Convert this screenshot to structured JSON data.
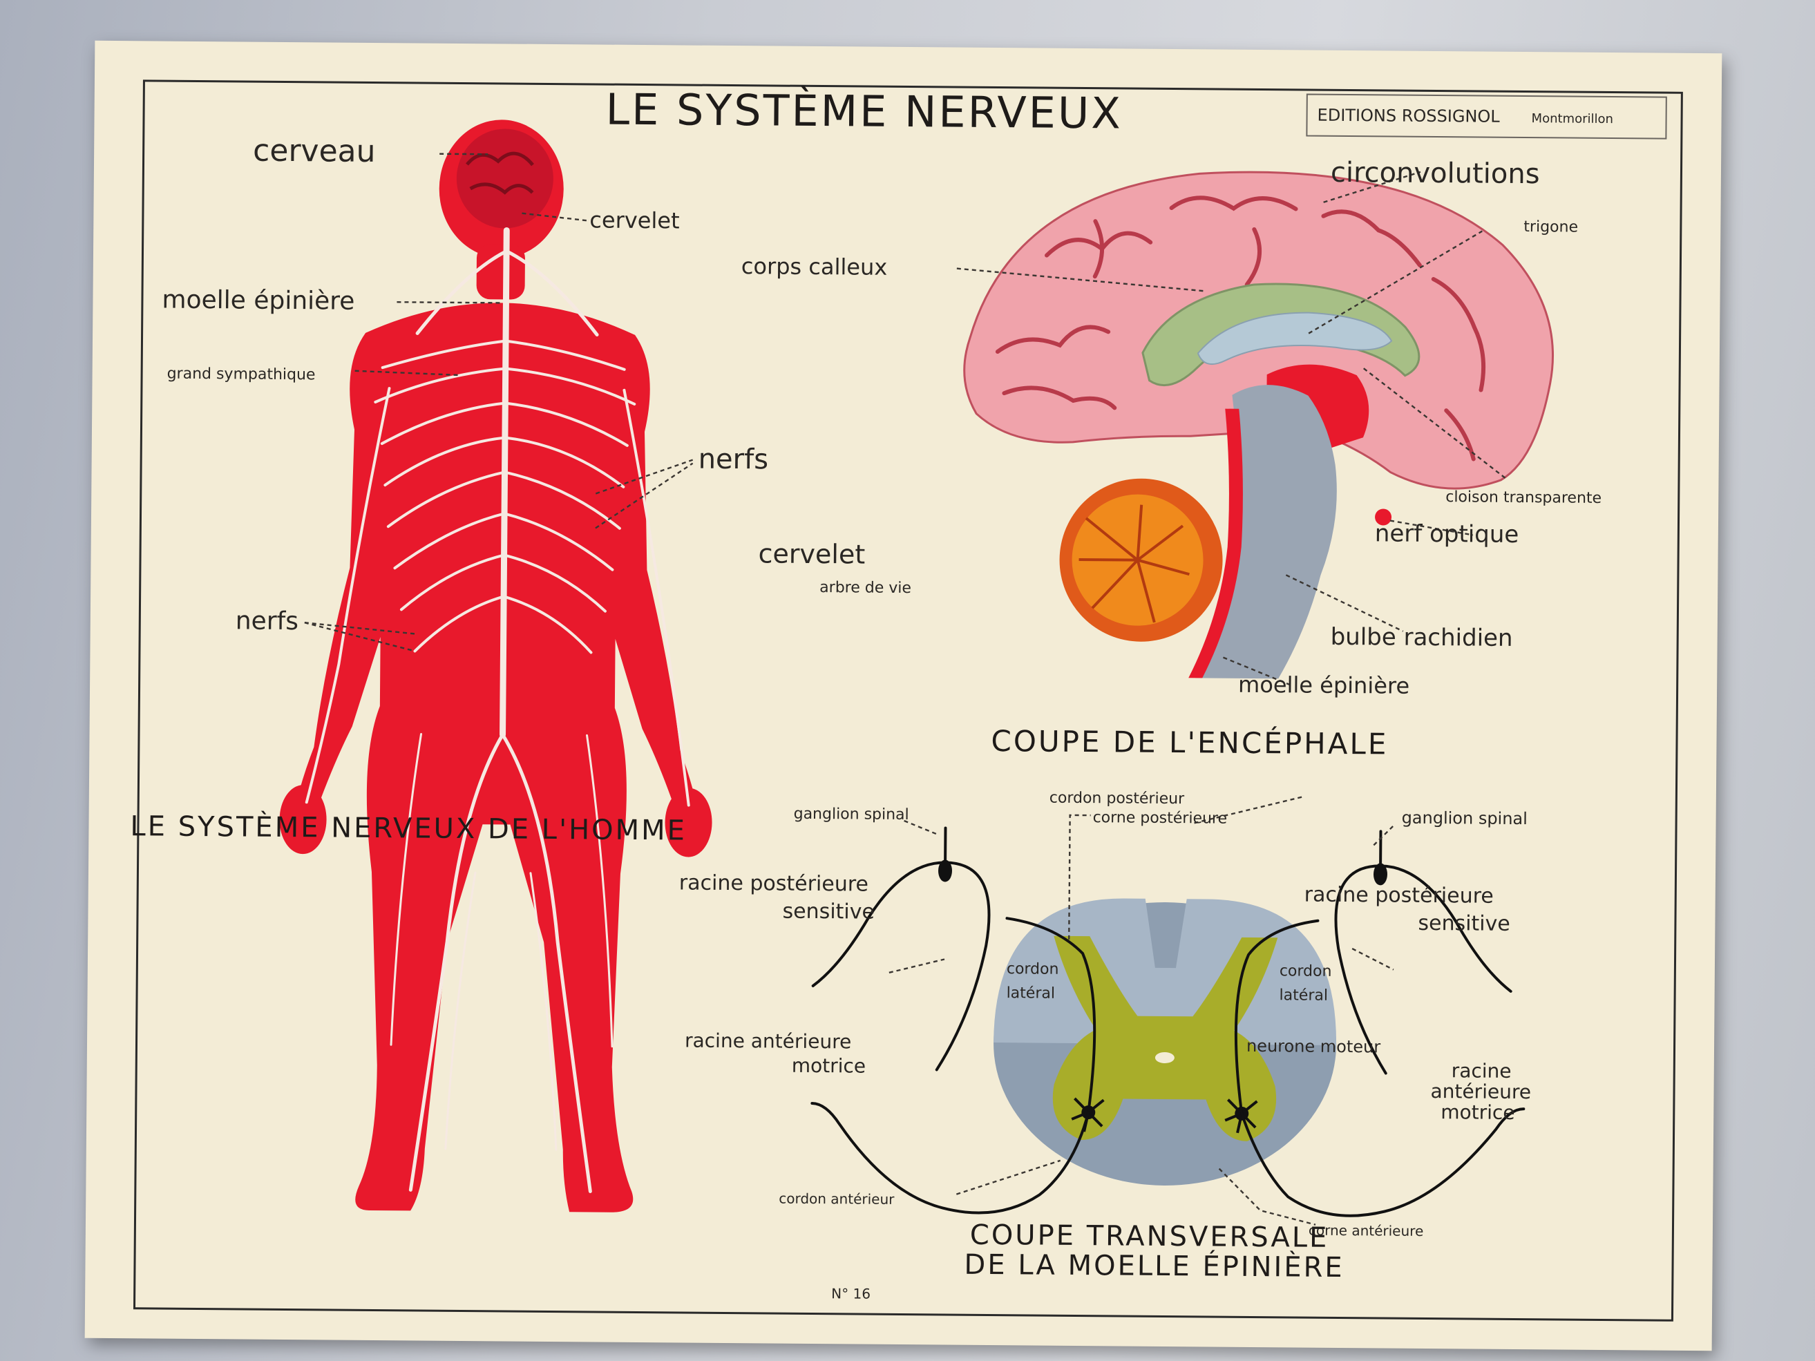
{
  "poster": {
    "title": "LE SYSTÈME NERVEUX",
    "publisher": "EDITIONS ROSSIGNOL",
    "publisher_city": "Montmorillon",
    "poster_number": "N° 16",
    "left_section_title": "LE SYSTÈME NERVEUX DE L'HOMME",
    "brain_section_title": "COUPE DE L'ENCÉPHALE",
    "spine_section_title_1": "COUPE TRANSVERSALE",
    "spine_section_title_2": "DE LA MOELLE ÉPINIÈRE"
  },
  "body_labels": {
    "cerveau": "cerveau",
    "cervelet": "cervelet",
    "moelle": "moelle épinière",
    "sympathique": "grand sympathique",
    "nerfs_right": "nerfs",
    "nerfs_left": "nerfs"
  },
  "brain_labels": {
    "circonvolutions": "circonvolutions",
    "trigone": "trigone",
    "corps_calleux": "corps calleux",
    "cloison": "cloison transparente",
    "nerf_optique": "nerf optique",
    "cervelet": "cervelet",
    "arbre_de_vie": "arbre de vie",
    "bulbe": "bulbe rachidien",
    "moelle": "moelle épinière"
  },
  "spine_labels": {
    "ganglion_left": "ganglion spinal",
    "ganglion_right": "ganglion spinal",
    "cordon_posterieur": "cordon postérieur",
    "corne_posterieure": "corne postérieure",
    "racine_post_left_1": "racine postérieure",
    "racine_post_left_2": "sensitive",
    "racine_post_right_1": "racine postérieure",
    "racine_post_right_2": "sensitive",
    "cordon_lateral_left_1": "cordon",
    "cordon_lateral_left_2": "latéral",
    "cordon_lateral_right_1": "cordon",
    "cordon_lateral_right_2": "latéral",
    "racine_ant_left_1": "racine antérieure",
    "racine_ant_left_2": "motrice",
    "neurone_moteur": "neurone moteur",
    "racine_ant_right_1": "racine",
    "racine_ant_right_2": "antérieure",
    "racine_ant_right_3": "motrice",
    "cordon_anterieur": "cordon antérieur",
    "corne_anterieure": "corne antérieure"
  },
  "colors": {
    "body_red": "#e8192c",
    "nerve_white": "#f6e9e2",
    "brain_pink": "#f0a3ab",
    "gyri_dark": "#b83a4a",
    "corpus_green": "#a7bf86",
    "ventricle_blue": "#b5c9d6",
    "brainstem_gray": "#9aa5b3",
    "cerebellum_orange": "#f08a1c",
    "grey_matter": "#a8ad2a",
    "white_matter": "#9fafc0"
  }
}
